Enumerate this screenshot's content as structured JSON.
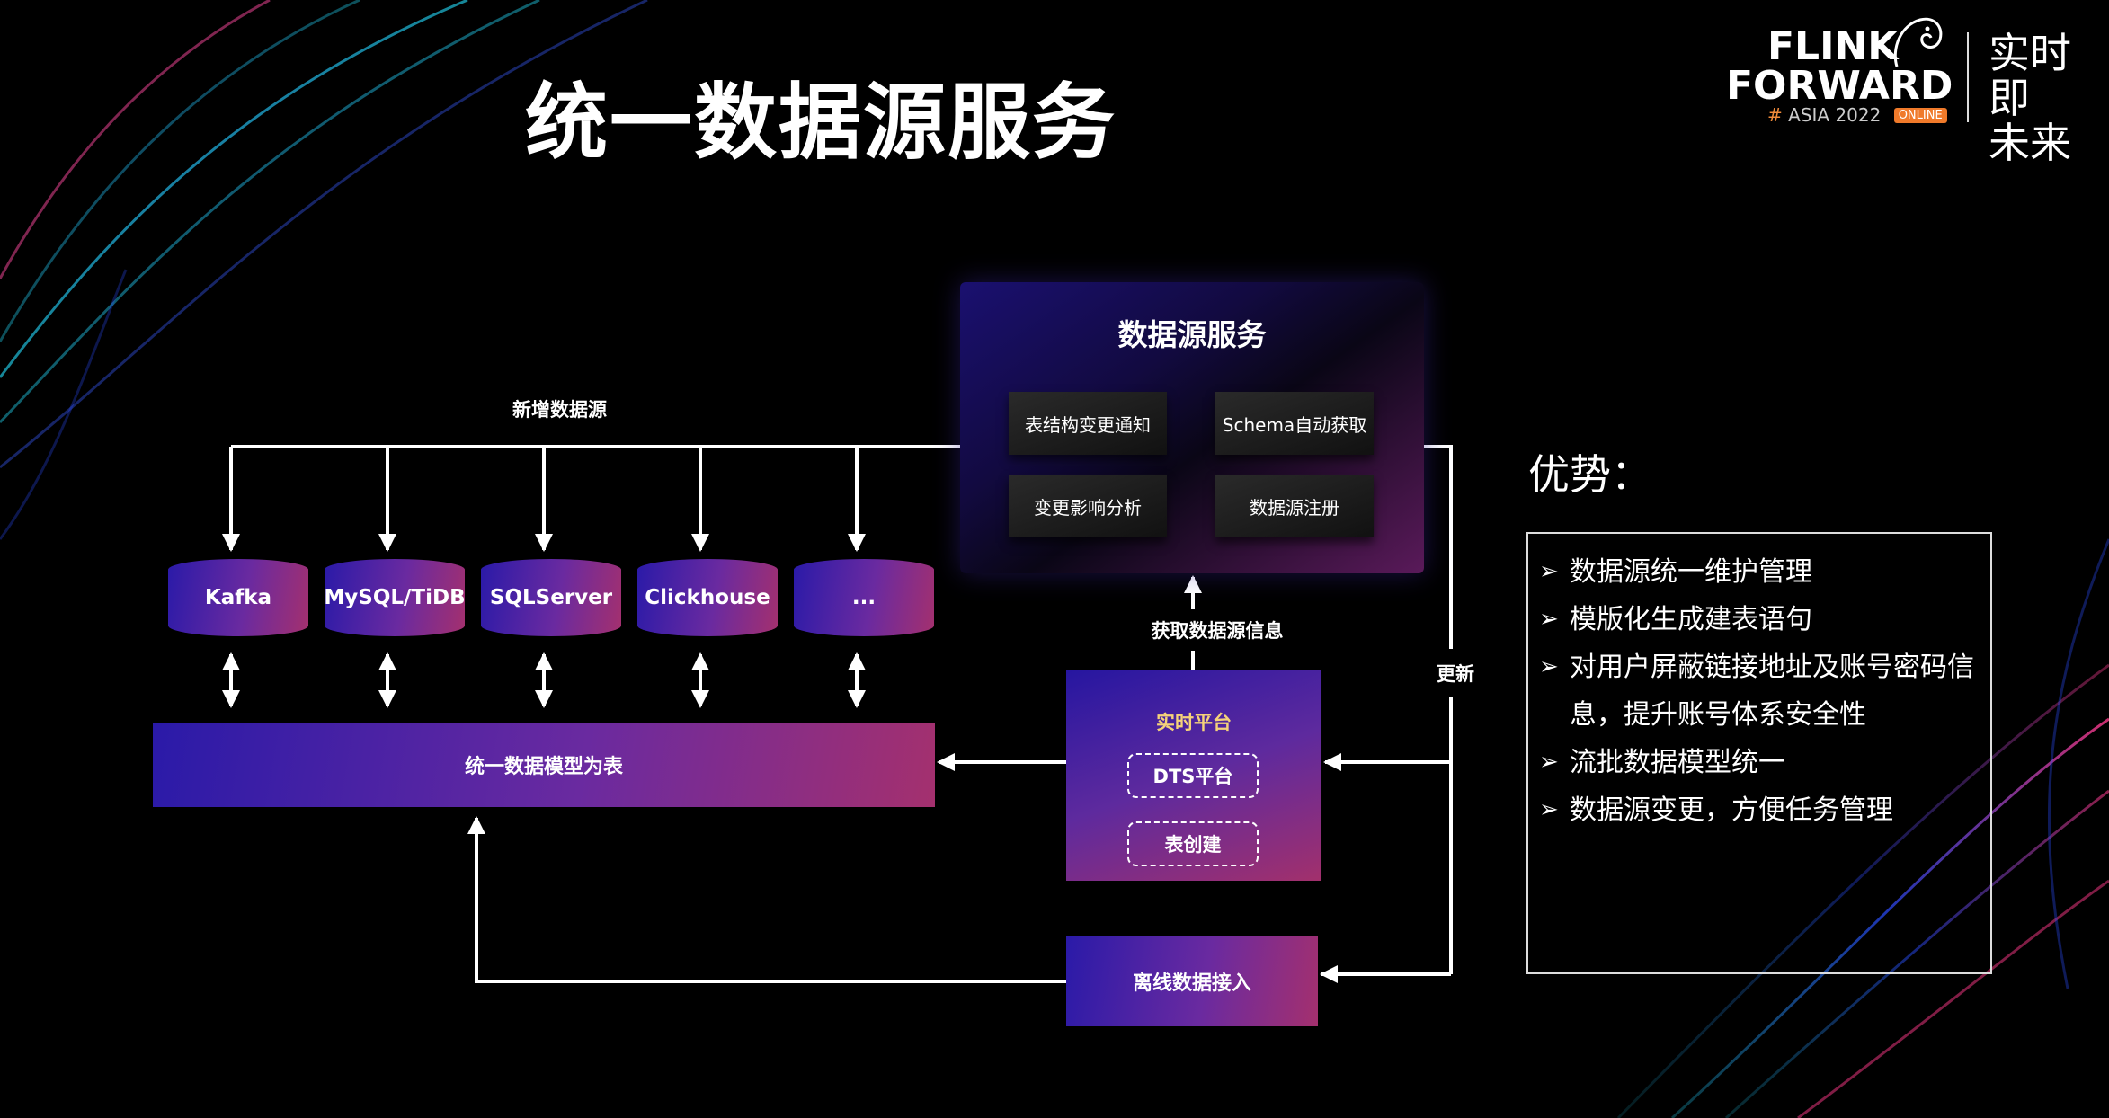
{
  "title": "统一数据源服务",
  "logo": {
    "line1": "FLINK",
    "line2": "FORWARD",
    "hash": "#",
    "sub": "ASIA 2022",
    "badge": "ONLINE",
    "cn_line1": "实时即",
    "cn_line2": "未来"
  },
  "diagram": {
    "service_title": "数据源服务",
    "features": [
      "表结构变更通知",
      "Schema自动获取",
      "变更影响分析",
      "数据源注册"
    ],
    "new_source_label": "新增数据源",
    "sources": [
      "Kafka",
      "MySQL/TiDB",
      "SQLServer",
      "Clickhouse",
      "..."
    ],
    "model_label": "统一数据模型为表",
    "fetch_label": "获取数据源信息",
    "update_label": "更新",
    "realtime_label": "实时平台",
    "realtime_items": [
      "DTS平台",
      "表创建"
    ],
    "offline_label": "离线数据接入"
  },
  "advantages": {
    "title": "优势：",
    "marker": "➢",
    "items": [
      "数据源统一维护管理",
      "模版化生成建表语句",
      "对用户屏蔽链接地址及账号密码信息，提升账号体系安全性",
      "流批数据模型统一",
      "数据源变更，方便任务管理"
    ]
  },
  "colors": {
    "background": "#000000",
    "gradient_start": "#2a1aa8",
    "gradient_end": "#a4306e",
    "realtime_label": "#f5d27a"
  }
}
